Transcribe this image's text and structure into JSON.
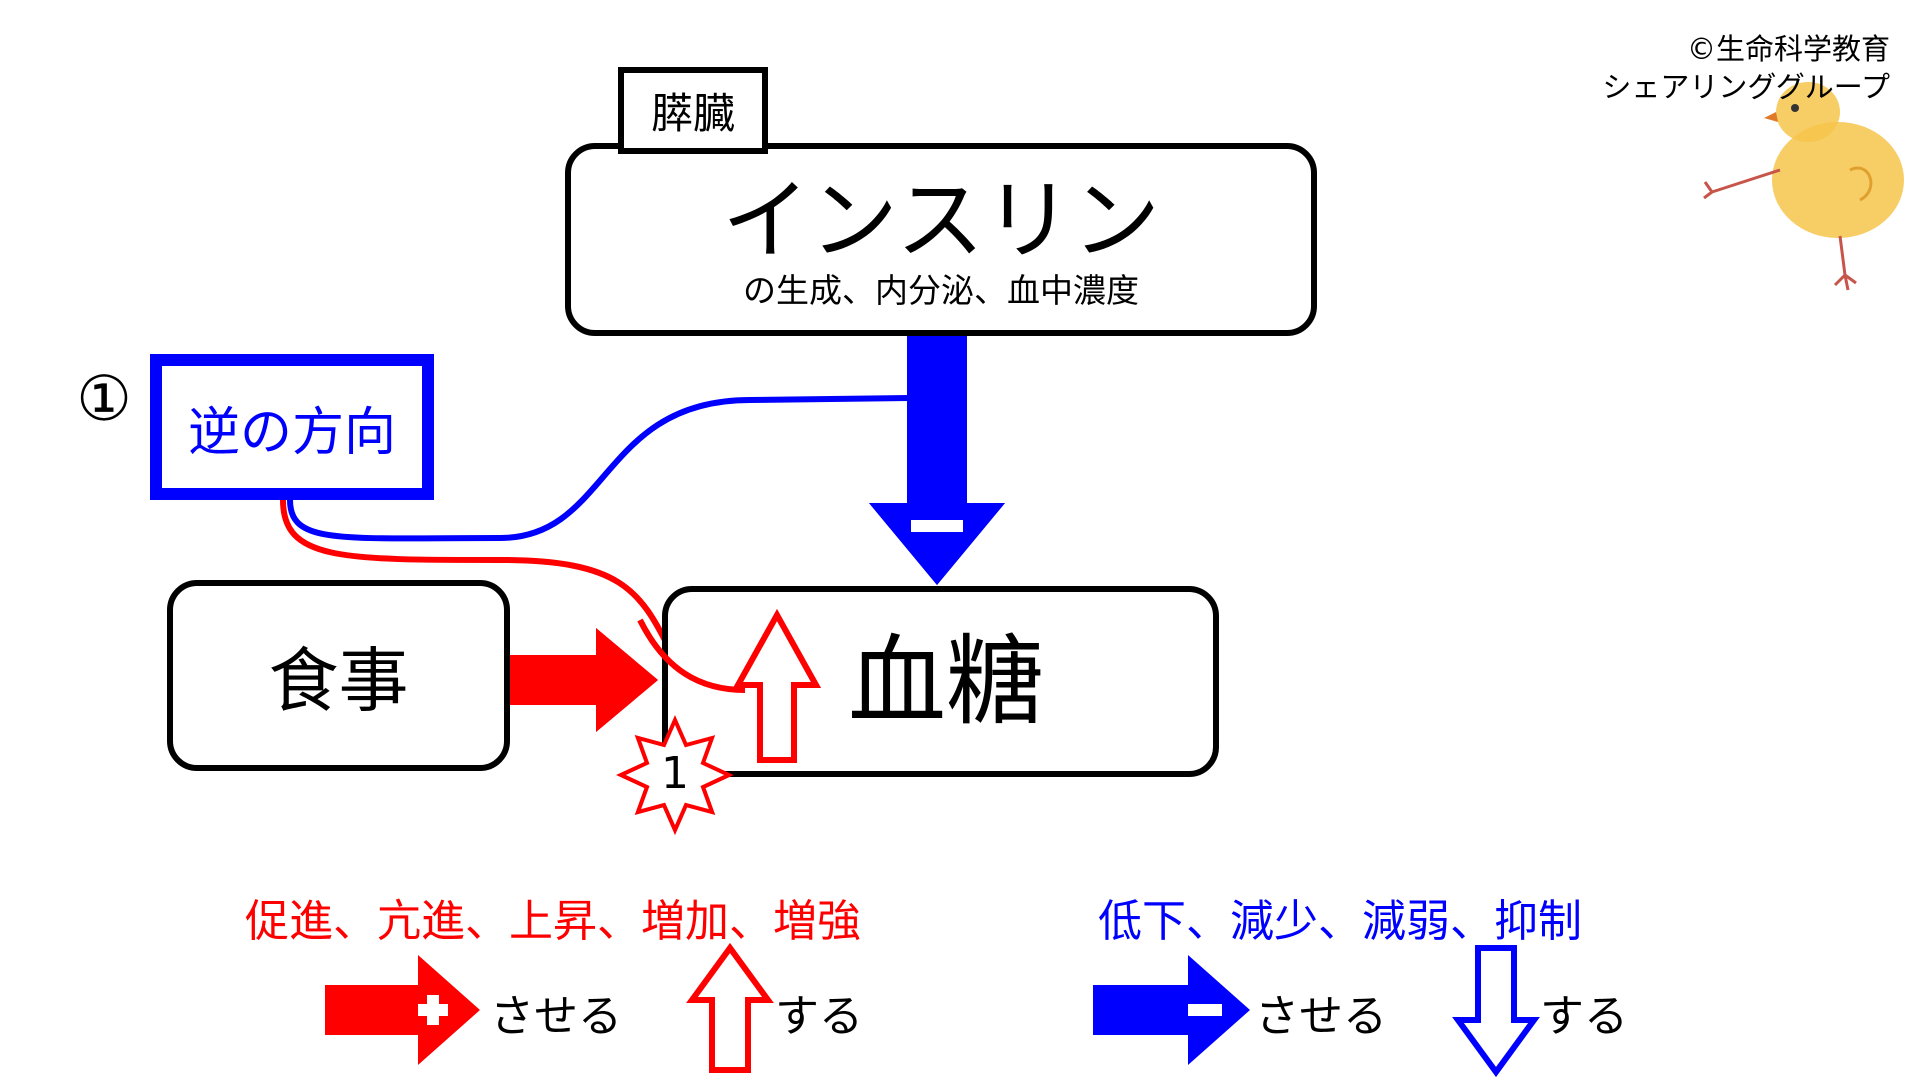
{
  "credit": {
    "line1": "©生命科学教育",
    "line2": "シェアリンググループ"
  },
  "organ_label": "膵臓",
  "insulin": {
    "title": "インスリン",
    "subtitle": "の生成、内分泌、血中濃度"
  },
  "meal_label": "食事",
  "blood_sugar_label": "血糖",
  "reverse_box": {
    "number": "①",
    "label": "逆の方向"
  },
  "burst_number": "1",
  "signs": {
    "plus": "+",
    "minus": "−"
  },
  "legend": {
    "red_terms": "促進、亢進、上昇、増加、増強",
    "blue_terms": "低下、減少、減弱、抑制",
    "saseru": "させる",
    "suru": "する"
  },
  "colors": {
    "red": "#ff0000",
    "blue": "#0000ff",
    "black": "#000000"
  },
  "icons": [
    "chick-icon",
    "plus-arrow-icon",
    "minus-arrow-icon",
    "up-arrow-icon",
    "down-arrow-icon",
    "burst-icon"
  ]
}
